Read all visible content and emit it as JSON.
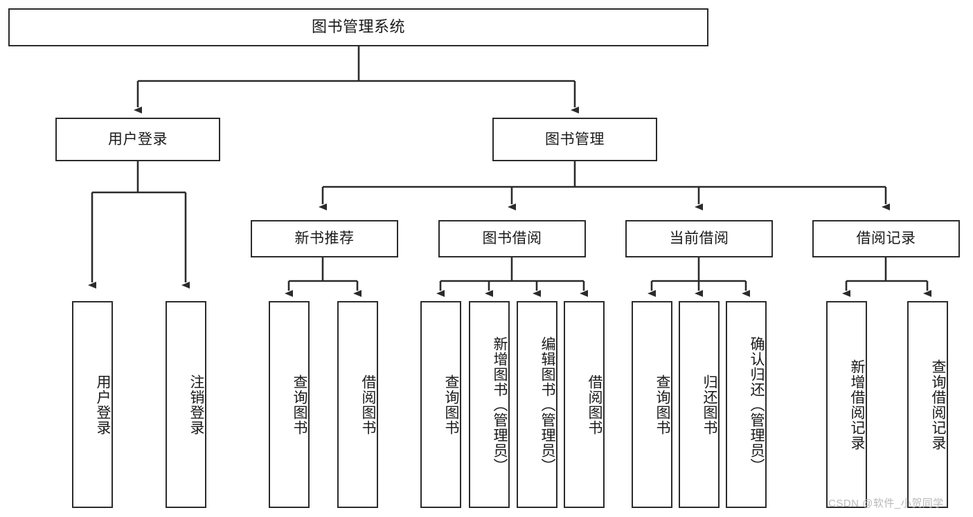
{
  "diagram": {
    "type": "hierarchy-tree",
    "title": "图书管理系统",
    "watermark": "CSDN @软件_小贺同学",
    "colors": {
      "stroke": "#2b2b2b",
      "fill": "#ffffff",
      "text": "#1a1a1a",
      "watermark": "#b9b9b9"
    },
    "nodes": {
      "root": {
        "label": "图书管理系统"
      },
      "level2": [
        {
          "id": "user-login",
          "label": "用户登录"
        },
        {
          "id": "book-manage",
          "label": "图书管理"
        }
      ],
      "level3": [
        {
          "id": "new-book-recommend",
          "label": "新书推荐"
        },
        {
          "id": "book-borrow",
          "label": "图书借阅"
        },
        {
          "id": "current-borrow",
          "label": "当前借阅"
        },
        {
          "id": "borrow-record",
          "label": "借阅记录"
        }
      ],
      "leaves": {
        "user-login": [
          {
            "id": "leaf-user-login",
            "label": "用户登录"
          },
          {
            "id": "leaf-logout-login",
            "label": "注销登录"
          }
        ],
        "new-book-recommend": [
          {
            "id": "leaf-query-book-1",
            "label": "查询图书"
          },
          {
            "id": "leaf-borrow-book-1",
            "label": "借阅图书"
          }
        ],
        "book-borrow": [
          {
            "id": "leaf-query-book-2",
            "label": "查询图书"
          },
          {
            "id": "leaf-add-book",
            "label": "新增图书（管理员）"
          },
          {
            "id": "leaf-edit-book",
            "label": "编辑图书（管理员）"
          },
          {
            "id": "leaf-borrow-book-2",
            "label": "借阅图书"
          }
        ],
        "current-borrow": [
          {
            "id": "leaf-query-book-3",
            "label": "查询图书"
          },
          {
            "id": "leaf-return-book",
            "label": "归还图书"
          },
          {
            "id": "leaf-confirm-return",
            "label": "确认归还（管理员）"
          }
        ],
        "borrow-record": [
          {
            "id": "leaf-add-record",
            "label": "新增借阅记录"
          },
          {
            "id": "leaf-query-record",
            "label": "查询借阅记录"
          }
        ]
      }
    }
  }
}
